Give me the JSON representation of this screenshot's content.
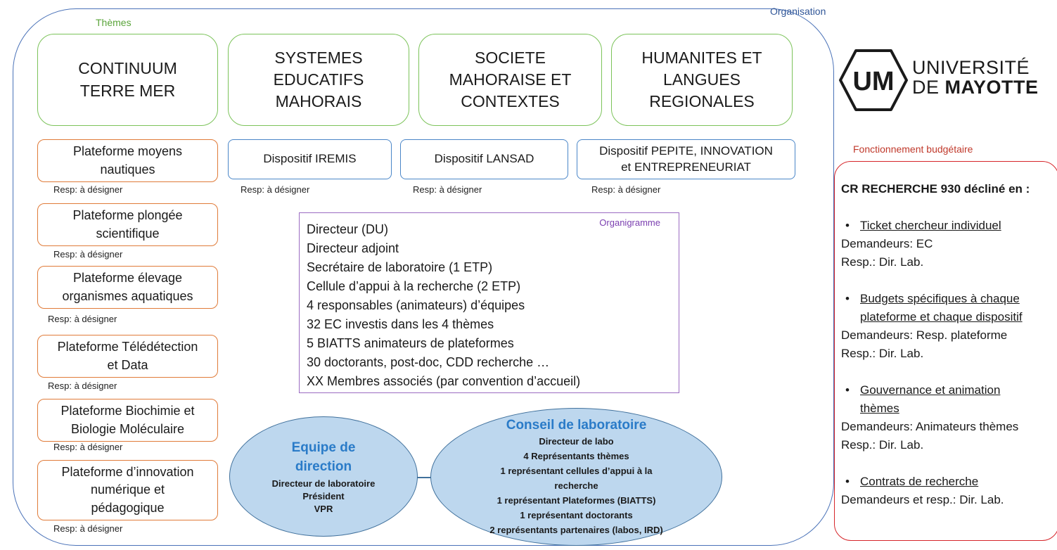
{
  "organisation_label": "Organisation",
  "themes_label": "Thèmes",
  "themes": [
    {
      "lines": [
        "CONTINUUM",
        "TERRE MER"
      ]
    },
    {
      "lines": [
        "SYSTEMES",
        "EDUCATIFS",
        "MAHORAIS"
      ]
    },
    {
      "lines": [
        "SOCIETE",
        "MAHORAISE ET",
        "CONTEXTES"
      ]
    },
    {
      "lines": [
        "HUMANITES ET",
        "LANGUES",
        "REGIONALES"
      ]
    }
  ],
  "platforms": [
    {
      "lines": [
        "Plateforme moyens",
        "nautiques"
      ],
      "resp": "Resp: à désigner"
    },
    {
      "lines": [
        "Plateforme plongée",
        "scientifique"
      ],
      "resp": "Resp: à désigner"
    },
    {
      "lines": [
        "Plateforme élevage",
        "organismes aquatiques"
      ],
      "resp": "Resp: à désigner"
    },
    {
      "lines": [
        "Plateforme Télédétection",
        "et Data"
      ],
      "resp": "Resp: à désigner"
    },
    {
      "lines": [
        "Plateforme Biochimie et",
        "Biologie Moléculaire"
      ],
      "resp": "Resp: à désigner"
    },
    {
      "lines": [
        "Plateforme d’innovation",
        "numérique et",
        "pédagogique"
      ],
      "resp": "Resp: à désigner"
    }
  ],
  "dispositifs": [
    {
      "lines": [
        "Dispositif IREMIS"
      ],
      "resp": "Resp: à désigner"
    },
    {
      "lines": [
        "Dispositif LANSAD"
      ],
      "resp": "Resp: à désigner"
    },
    {
      "lines": [
        "Dispositif PEPITE, INNOVATION",
        "et ENTREPRENEURIAT"
      ],
      "resp": "Resp: à désigner"
    }
  ],
  "organigramme": {
    "title": "Organigramme",
    "items": [
      "Directeur (DU)",
      "Directeur adjoint",
      "Secrétaire de laboratoire (1 ETP)",
      "Cellule d’appui à la recherche (2 ETP)",
      "4 responsables (animateurs) d’équipes",
      "32 EC investis dans les 4 thèmes",
      "5 BIATTS animateurs de plateformes",
      "30 doctorants, post-doc, CDD recherche …",
      "XX Membres associés (par convention d’accueil)"
    ]
  },
  "equipe_direction": {
    "title_lines": [
      "Equipe de",
      "direction"
    ],
    "members": [
      "Directeur de laboratoire",
      "Président",
      "VPR"
    ]
  },
  "conseil": {
    "title": "Conseil de laboratoire",
    "members": [
      "Directeur de labo",
      "4 Représentants thèmes",
      "1 représentant cellules d’appui à la",
      "recherche",
      "1 représentant Plateformes (BIATTS)",
      "1 représentant doctorants",
      "2 représentants partenaires (labos, IRD)"
    ]
  },
  "logo": {
    "mark": "UM",
    "line1": "UNIVERSITÉ",
    "line2_prefix": "DE ",
    "line2_bold": "MAYOTTE"
  },
  "budget": {
    "label": "Fonctionnement budgétaire",
    "heading": "CR RECHERCHE 930 décliné en :",
    "items": [
      {
        "title_lines": [
          "Ticket chercheur individuel"
        ],
        "lines": [
          "Demandeurs: EC",
          "Resp.: Dir. Lab."
        ]
      },
      {
        "title_lines": [
          "Budgets spécifiques à chaque",
          "plateforme et chaque dispositif"
        ],
        "lines": [
          "Demandeurs: Resp. plateforme",
          "Resp.: Dir. Lab."
        ]
      },
      {
        "title_lines": [
          "Gouvernance et animation",
          "thèmes"
        ],
        "lines": [
          "Demandeurs: Animateurs thèmes",
          "Resp.: Dir. Lab."
        ]
      },
      {
        "title_lines": [
          "Contrats de recherche"
        ],
        "lines": [
          "Demandeurs et resp.: Dir. Lab."
        ]
      }
    ]
  },
  "colors": {
    "organisation": "#4a72b8",
    "themes": "#7cc35a",
    "platforms": "#e07b39",
    "dispositifs": "#4a86c8",
    "organigramme": "#9b6bc2",
    "budget": "#d6252a",
    "ellipse_fill": "#bdd7ee"
  }
}
